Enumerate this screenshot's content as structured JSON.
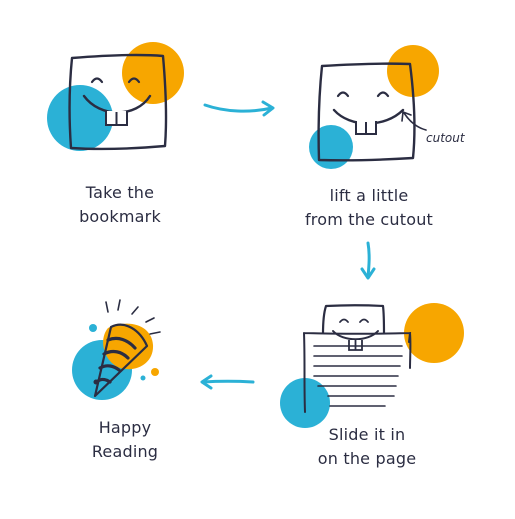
{
  "colors": {
    "ink": "#2b2d42",
    "orange": "#f7a600",
    "blue": "#2bb1d6",
    "arrow": "#2bb1d6",
    "tooth": "#ffffff"
  },
  "steps": [
    {
      "line1": "Take the",
      "line2": "bookmark"
    },
    {
      "line1": "lift a little",
      "line2": "from the cutout"
    },
    {
      "line1": "Slide it in",
      "line2": "on the page"
    },
    {
      "line1": "Happy",
      "line2": "Reading"
    }
  ],
  "annotation": "cutout",
  "icons": {
    "step1": "bookmark-face-icon",
    "step2": "bookmark-face-icon",
    "step3": "page-with-bookmark-icon",
    "step4": "party-popper-icon"
  }
}
